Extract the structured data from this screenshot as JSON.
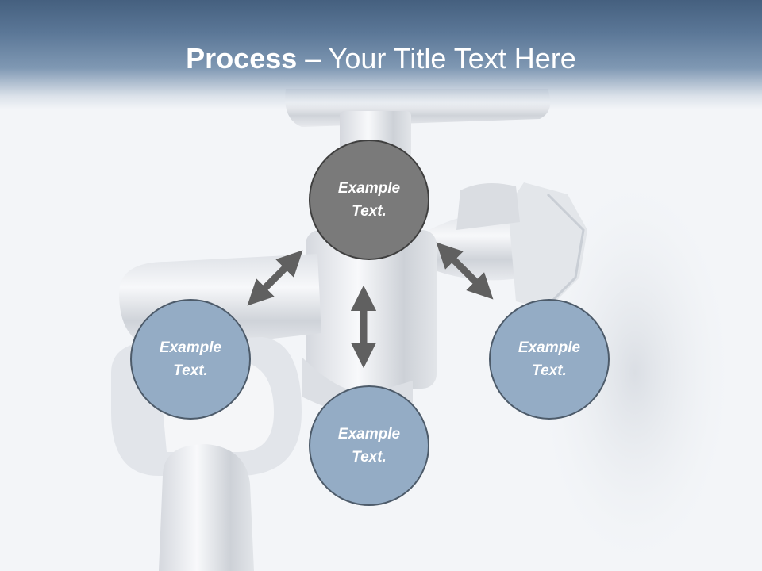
{
  "slide": {
    "title_bold": "Process",
    "title_rest": " – Your Title Text Here"
  },
  "nodes": {
    "center": {
      "line1": "Example",
      "line2": "Text."
    },
    "left": {
      "line1": "Example",
      "line2": "Text."
    },
    "bottom": {
      "line1": "Example",
      "line2": "Text."
    },
    "right": {
      "line1": "Example",
      "line2": "Text."
    }
  },
  "colors": {
    "header": "#5b7797",
    "center_node": "#7a7a7a",
    "outer_node": "#94acc5",
    "arrow": "#606060"
  }
}
